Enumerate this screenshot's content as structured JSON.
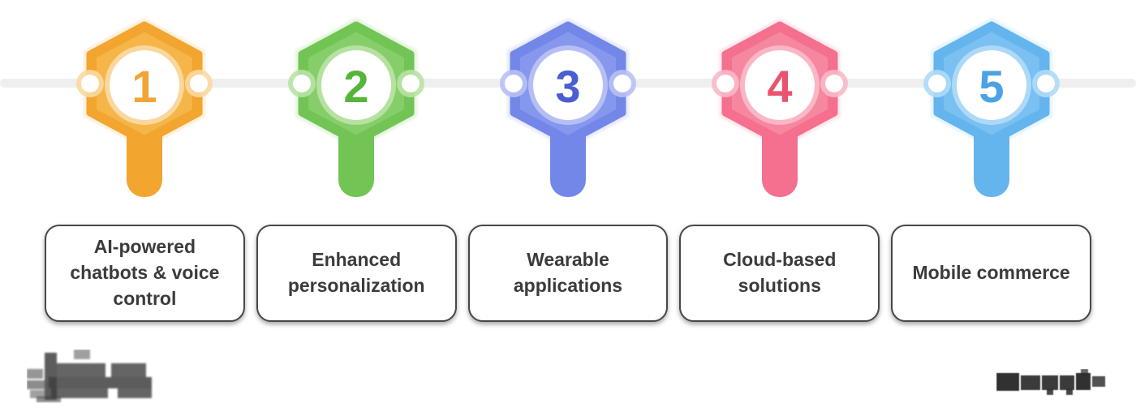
{
  "theme": {
    "page_bg": "#ffffff",
    "card_bg": "#ffffff",
    "card_border": "#474747",
    "card_text": "#3b3b3b",
    "line_color": "#efefef",
    "watermark_left_color": "#3f3f3f",
    "watermark_right_color": "#262626"
  },
  "timeline": {
    "line_color": "#efefef",
    "steps": [
      {
        "number": "1",
        "label": "AI-powered chatbots & voice control",
        "color": "#F2A52F",
        "color_light": "#F8C563",
        "ring_color": "#FAD9A1",
        "number_color": "#F0A636",
        "halo_color": "#FBE3BC"
      },
      {
        "number": "2",
        "label": "Enhanced personalization",
        "color": "#72C455",
        "color_light": "#9AD77F",
        "ring_color": "#B8E3A4",
        "number_color": "#55B43B",
        "halo_color": "#D2EDC5"
      },
      {
        "number": "3",
        "label": "Wearable applications",
        "color": "#7387E9",
        "color_light": "#9AA9F1",
        "ring_color": "#B7C1F5",
        "number_color": "#4A5ED1",
        "halo_color": "#D4DAFA"
      },
      {
        "number": "4",
        "label": "Cloud-based solutions",
        "color": "#F4708E",
        "color_light": "#F89DB2",
        "ring_color": "#FAB8C7",
        "number_color": "#E9536F",
        "halo_color": "#FCD6DF"
      },
      {
        "number": "5",
        "label": "Mobile commerce",
        "color": "#64B5EE",
        "color_light": "#8FCBF4",
        "ring_color": "#AFDAF8",
        "number_color": "#4BA3E3",
        "halo_color": "#D3EAFB"
      }
    ]
  }
}
